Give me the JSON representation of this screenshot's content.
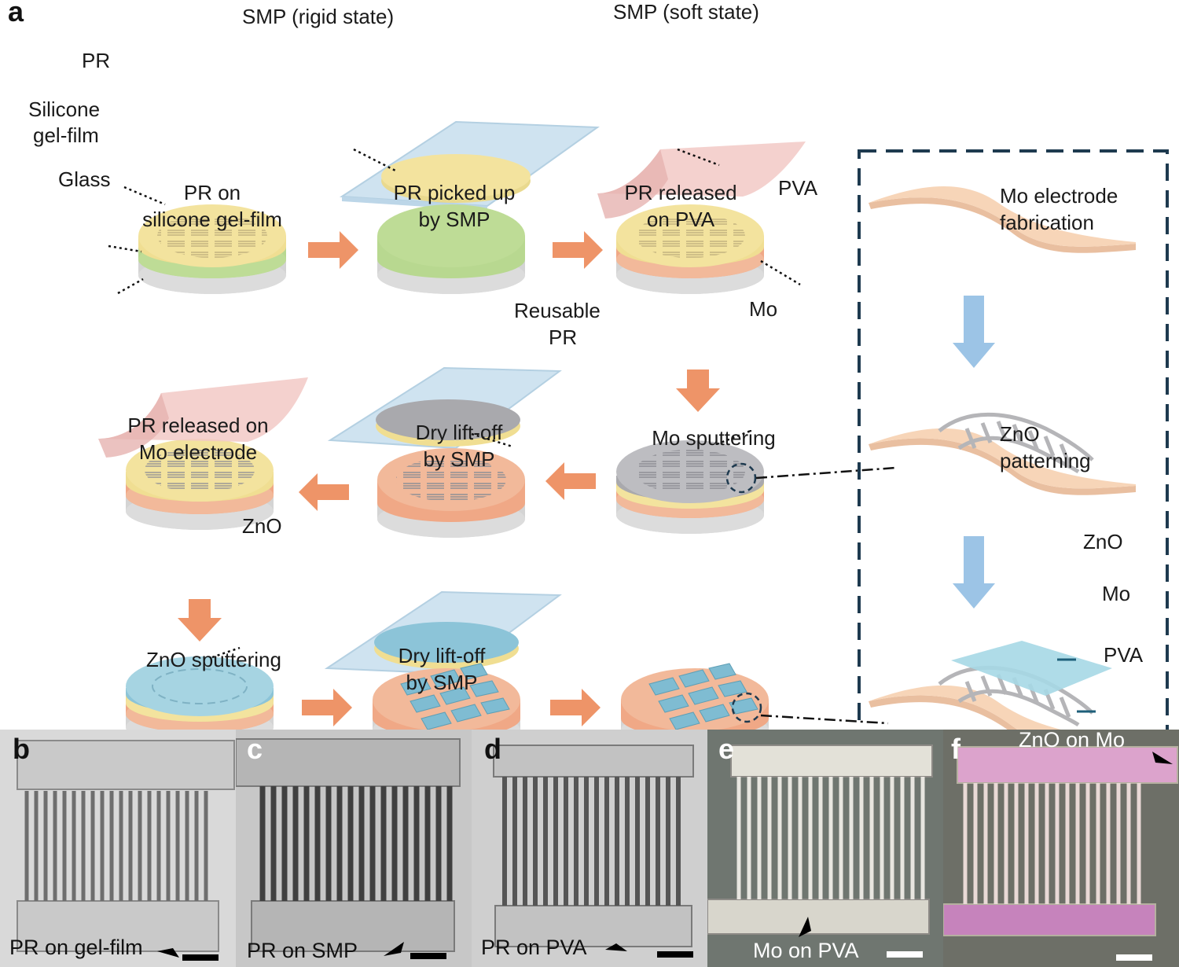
{
  "panel_a": {
    "letter": "a",
    "labels": {
      "smp_rigid": "SMP (rigid state)",
      "smp_soft": "SMP (soft state)",
      "pr": "PR",
      "silicone_gel_film_1": "Silicone",
      "silicone_gel_film_2": "gel-film",
      "glass": "Glass",
      "pva": "PVA",
      "mo": "Mo",
      "reusable_pr_1": "Reusable",
      "reusable_pr_2": "PR",
      "zno": "ZnO"
    },
    "steps": {
      "s1_line1": "PR on",
      "s1_line2": "silicone gel-film",
      "s2_line1": "PR picked up",
      "s2_line2": "by SMP",
      "s3_line1": "PR released",
      "s3_line2": "on PVA",
      "s4_line1": "Mo sputtering",
      "s5_line1": "Dry lift-off",
      "s5_line2": "by SMP",
      "s6_line1": "PR released on",
      "s6_line2": "Mo electrode",
      "s7_line1": "ZnO sputtering",
      "s8_line1": "Dry lift-off",
      "s8_line2": "by SMP"
    },
    "inset": {
      "mo_fab_1": "Mo electrode",
      "mo_fab_2": "fabrication",
      "zno_pat_1": "ZnO",
      "zno_pat_2": "patterning",
      "layer_zno": "ZnO",
      "layer_mo": "Mo",
      "layer_pva": "PVA"
    }
  },
  "micrographs": [
    {
      "letter": "b",
      "caption": "PR on gel-film"
    },
    {
      "letter": "c",
      "caption": "PR on SMP"
    },
    {
      "letter": "d",
      "caption": "PR on PVA"
    },
    {
      "letter": "e",
      "caption": "Mo on PVA"
    },
    {
      "letter": "f",
      "caption": "ZnO on Mo"
    }
  ],
  "colors": {
    "pr": "#f3e39e",
    "gel": "#b8d890",
    "glass": "#d9d9d9",
    "pva": "#f2b99a",
    "mo": "#b9b9bd",
    "zno": "#9ccfe0",
    "smp_rigid": "#cfe3f0",
    "smp_soft": "#f2c9c6",
    "arrow_orange": "#ee9468",
    "arrow_blue": "#9cc4e6",
    "dash_frame": "#1e3a4f"
  }
}
